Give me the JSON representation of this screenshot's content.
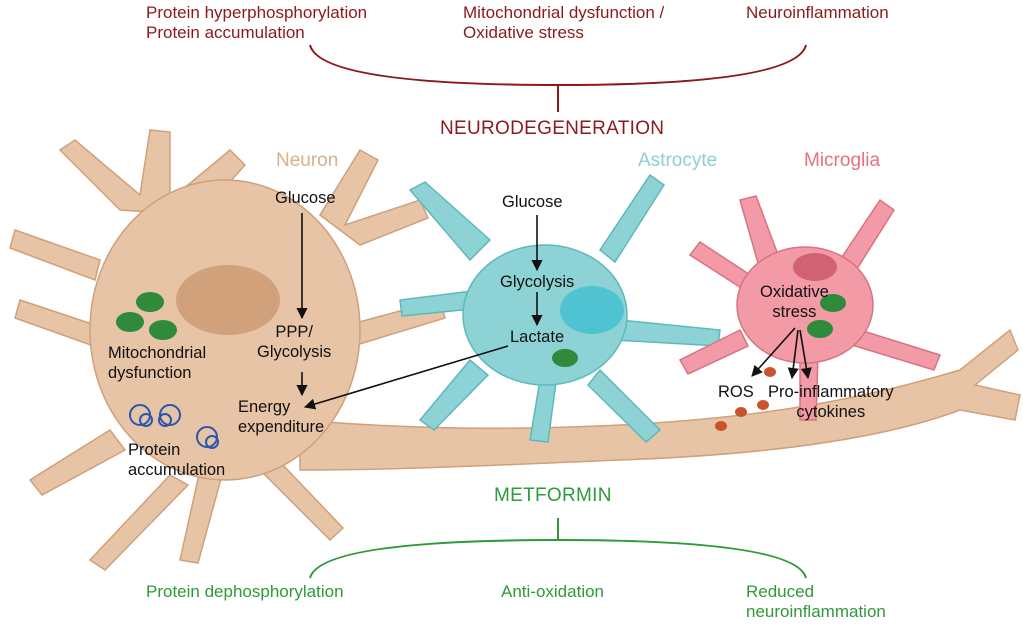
{
  "colors": {
    "neurodegeneration": "#8b1a1a",
    "metformin": "#2e9a3a",
    "neuron_body": "#e8c4a6",
    "neuron_label": "#d8b08e",
    "astrocyte_body": "#8dd3d6",
    "astrocyte_label": "#8fcfd6",
    "microglia_body": "#f29aa6",
    "microglia_label": "#e8707e",
    "mitochondria": "#2f8a3c",
    "protein_aggregate": "#2a55b0",
    "ros_dot": "#c9532c"
  },
  "top_effects": [
    "Protein hyperphosphorylation\nProtein accumulation",
    "Mitochondrial dysfunction /\nOxidative stress",
    "Neuroinflammation"
  ],
  "neurodegeneration_label": "NEURODEGENERATION",
  "cells": {
    "neuron": "Neuron",
    "astrocyte": "Astrocyte",
    "microglia": "Microglia"
  },
  "neuron": {
    "glucose": "Glucose",
    "ppp_glycolysis": "PPP/\nGlycolysis",
    "energy": "Energy\nexpenditure",
    "mito_dysfunction": "Mitochondrial\ndysfunction",
    "protein_accumulation": "Protein\naccumulation"
  },
  "astrocyte": {
    "glucose": "Glucose",
    "glycolysis": "Glycolysis",
    "lactate": "Lactate"
  },
  "microglia": {
    "oxidative_stress": "Oxidative\nstress",
    "ros": "ROS",
    "cytokines": "Pro-inflammatory\ncytokines"
  },
  "metformin_label": "METFORMIN",
  "bottom_effects": [
    "Protein dephosphorylation",
    "Anti-oxidation",
    "Reduced\nneuroinflammation"
  ]
}
